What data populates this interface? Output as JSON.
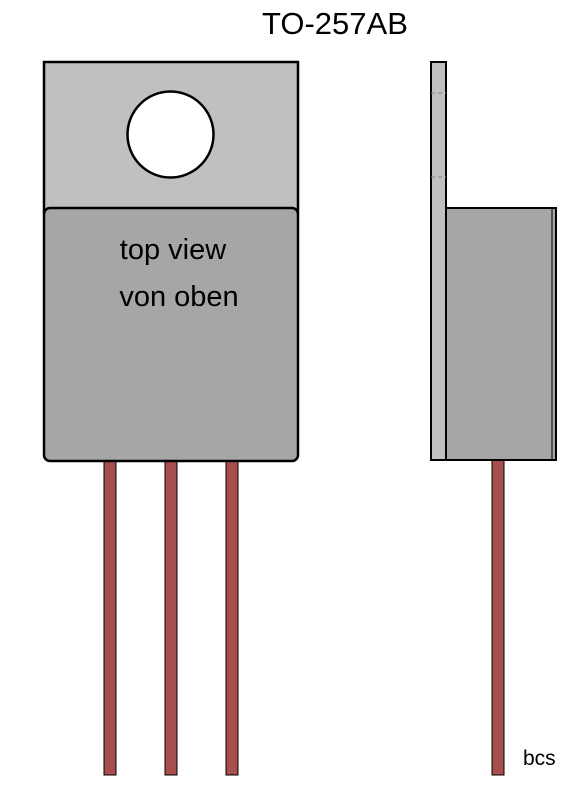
{
  "title": "TO-257AB",
  "front_view": {
    "label_line_1": "top view",
    "label_line_2": "von oben"
  },
  "signature": "bcs",
  "colors": {
    "tab": "#c0c0c0",
    "body": "#a6a6a6",
    "outline": "#000000",
    "lead": "#a94e4e",
    "hole": "#ffffff",
    "dash": "#808080"
  }
}
